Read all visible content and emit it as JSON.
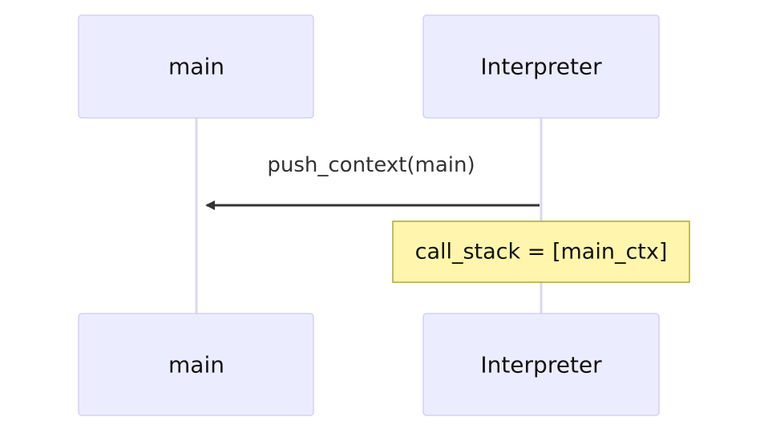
{
  "participants": {
    "main": {
      "label": "main"
    },
    "interpreter": {
      "label": "Interpreter"
    }
  },
  "messages": [
    {
      "from": "Interpreter",
      "to": "main",
      "label": "push_context(main)"
    }
  ],
  "notes": [
    {
      "over": "Interpreter",
      "text": "call_stack = [main_ctx]"
    }
  ],
  "colors": {
    "actor_fill": "#ececff",
    "actor_stroke": "#d4d0f5",
    "lifeline": "#ddd6f0",
    "message": "#333333",
    "note_fill": "#fff5ad",
    "note_stroke": "#aaaa33"
  }
}
